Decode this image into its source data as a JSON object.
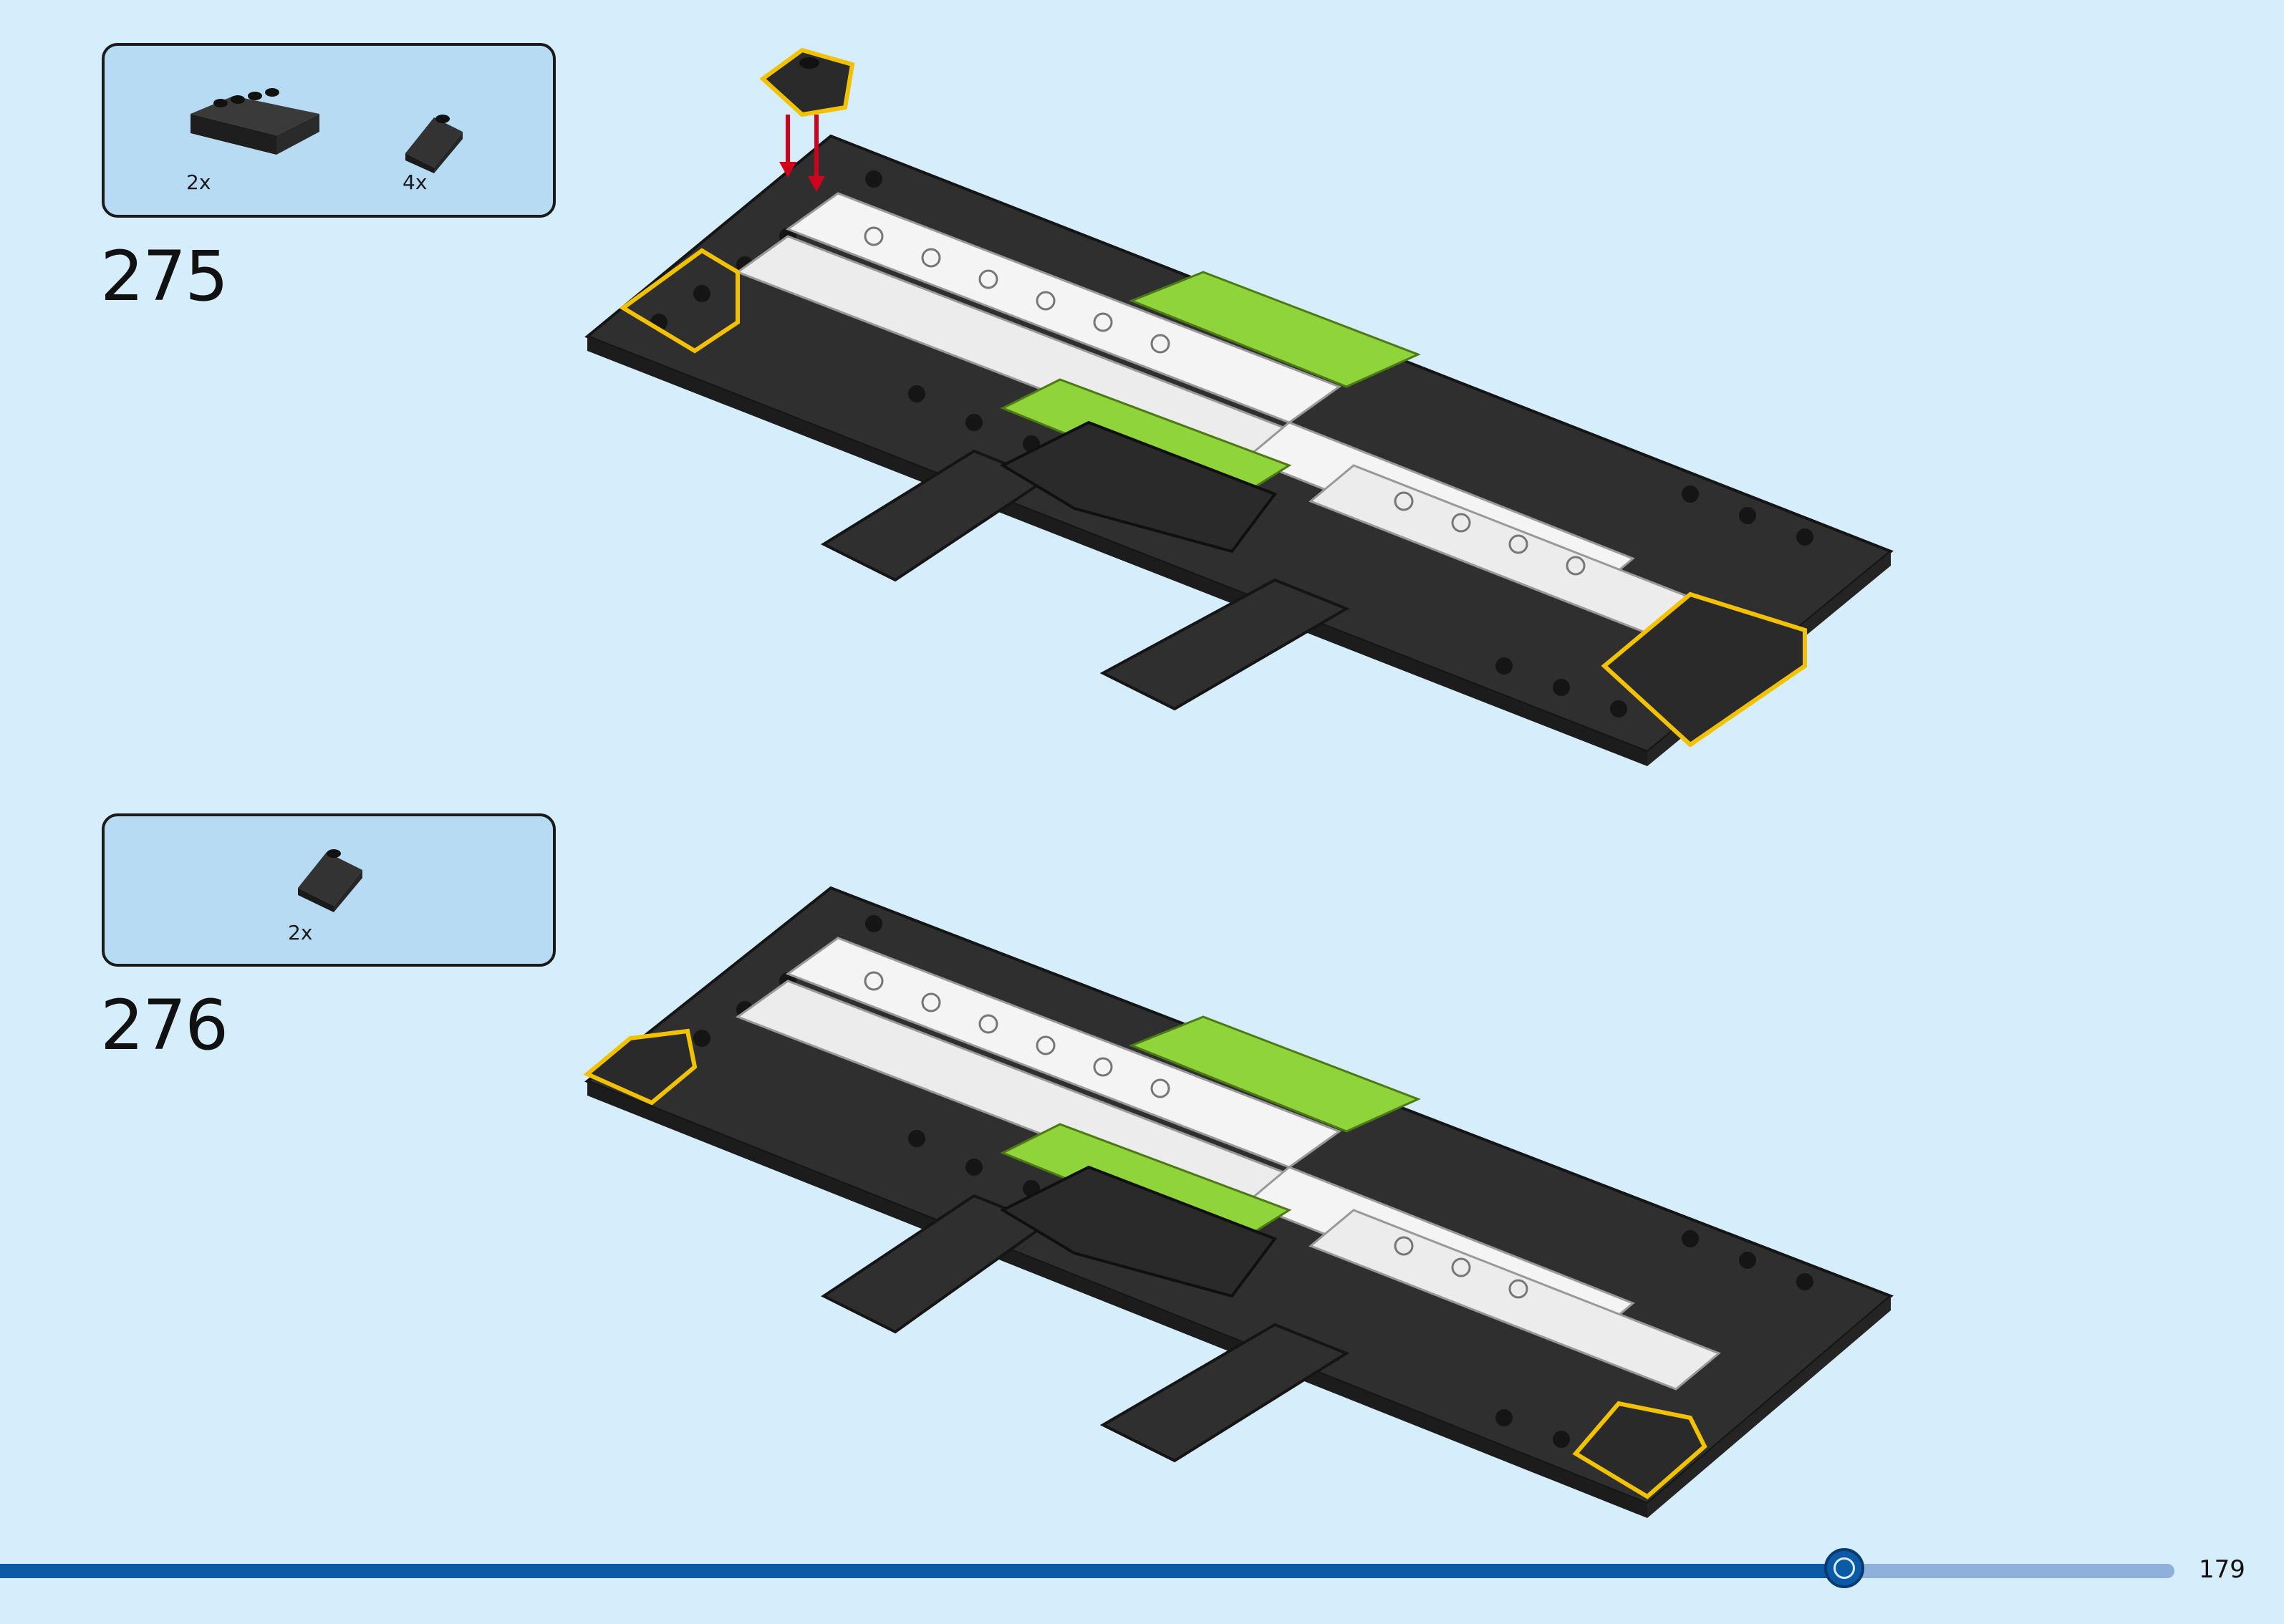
{
  "page": {
    "number": "179",
    "background": "#d6eefb",
    "progress_fraction": 0.848
  },
  "colors": {
    "brick_black": "#2d2d2d",
    "brick_white": "#f4f4f4",
    "brick_lime": "#8fd43b",
    "highlight_yellow": "#f2c200",
    "arrow_red": "#d0021b",
    "progress_blue": "#0c5aa6"
  },
  "steps": [
    {
      "number": "275",
      "parts": [
        {
          "icon": "slope-2x4-double-black-icon",
          "qty": "2x"
        },
        {
          "icon": "slope-2x2-corner-black-icon",
          "qty": "4x"
        }
      ]
    },
    {
      "number": "276",
      "parts": [
        {
          "icon": "slope-2x2-corner-black-icon",
          "qty": "2x"
        }
      ]
    }
  ]
}
